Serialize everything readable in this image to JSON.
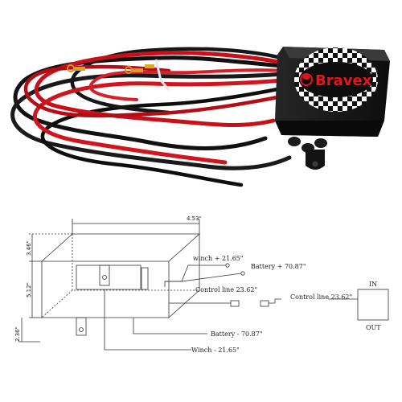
{
  "product": {
    "brand_name": "Bravex",
    "brand_color": "#e3161b",
    "body_color": "#161616"
  },
  "diagram": {
    "dim_width": "4.53\"",
    "dim_top": "3.46\"",
    "dim_middle": "5.12\"",
    "dim_bottom": "2.36\"",
    "winch_pos": "winch + 21.65\"",
    "battery_pos": "Battery + 70.87\"",
    "control_line_left": "Control line 23.62\"",
    "control_line_right": "Control line 23.62\"",
    "battery_neg": "Battery - 70.87\"",
    "winch_neg": "Winch - 21.65\"",
    "switch_in": "IN",
    "switch_out": "OUT"
  }
}
